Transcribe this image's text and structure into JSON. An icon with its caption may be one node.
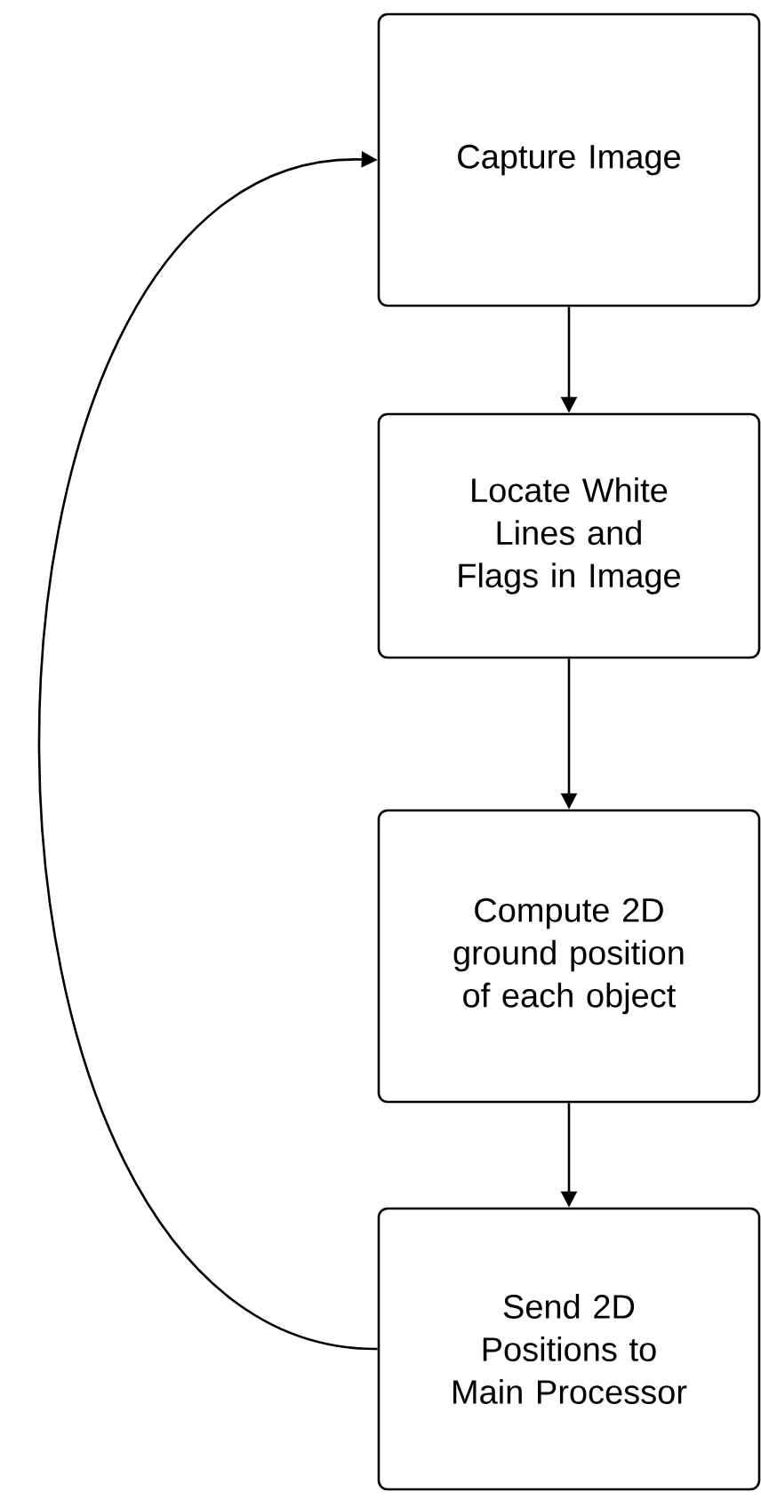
{
  "diagram": {
    "nodes": [
      {
        "text": [
          "Capture Image"
        ]
      },
      {
        "text": [
          "Locate White Lines and Flags in Image"
        ]
      },
      {
        "text": [
          "Compute 2D ground position of each object"
        ]
      },
      {
        "text": [
          "Send 2D Positions to Main Processor"
        ]
      }
    ],
    "edges": [
      {
        "from": 0,
        "to": 1,
        "arrow": "to"
      },
      {
        "from": 1,
        "to": 2,
        "arrow": "to"
      },
      {
        "from": 2,
        "to": 3,
        "arrow": "to"
      },
      {
        "from": 3,
        "to": 0,
        "arrow": "to"
      }
    ]
  }
}
